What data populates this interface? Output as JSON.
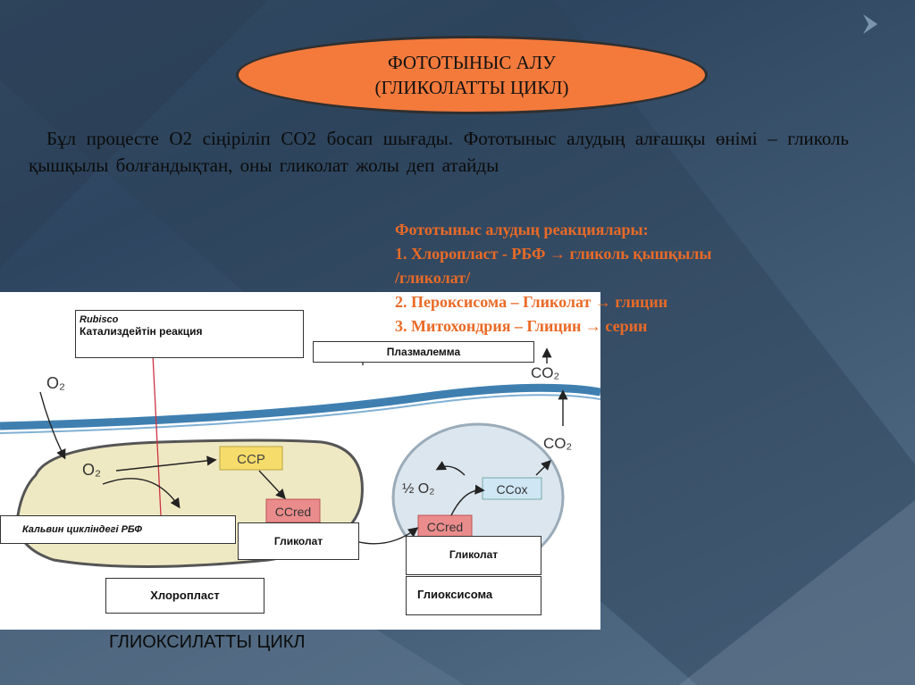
{
  "title": {
    "line1": "ФОТОТЫНЫС  АЛУ",
    "line2": "(ГЛИКОЛАТТЫ  ЦИКЛ)"
  },
  "intro_text": "Бұл  процесте  О2 сіңіріліп  СО2 босап  шығады.  Фототыныс  алудың  алғашқы  өнімі  –  гликоль  қышқылы  болғандықтан,  оны  гликолат  жолы  деп  атайды",
  "reactions": {
    "heading": "Фототыныс алудың реакциялары:",
    "items": [
      "1.  Хлоропласт  - РБФ  →  гликоль қышқылы",
      "/гликолат/",
      "2.  Пероксисома – Гликолат →  глицин",
      "3.  Митохондрия – Глицин  →  серин"
    ]
  },
  "diagram": {
    "rubisco_line1": "Rubisco",
    "rubisco_line2": "Катализдейтін  реакция",
    "plasmalemma": "Плазмалемма",
    "o2_top": "O₂",
    "o2_inner": "O₂",
    "ccp": "CCP",
    "cc_red_chloro": "CCred",
    "cc_red_glyox": "CCred",
    "half_o2": "½ O₂",
    "cc_ox": "CCox",
    "co2_upper": "CO₂",
    "co2_lower": "CO₂",
    "calvin_rbf": "Кальвин циклiндегi   РБФ",
    "glycolate_chloro": "Гликолат",
    "glycolate_glyox": "Гликолат",
    "chloroplast": "Хлоропласт",
    "glyoxysome": "Глиоксисома"
  },
  "footer_label": "ГЛИОКСИЛАТТЫ  ЦИКЛ",
  "colors": {
    "title_fill": "#f47a3c",
    "reaction_text": "#ea6a26",
    "membrane": "#3f7fb0",
    "chloroplast_fill": "#efe9c3",
    "glyoxysome_fill": "#dce6ee",
    "ccp_fill": "#f6dc6a",
    "ccred_fill": "#ea8c8c",
    "ccox_fill": "#cfe6f4"
  }
}
